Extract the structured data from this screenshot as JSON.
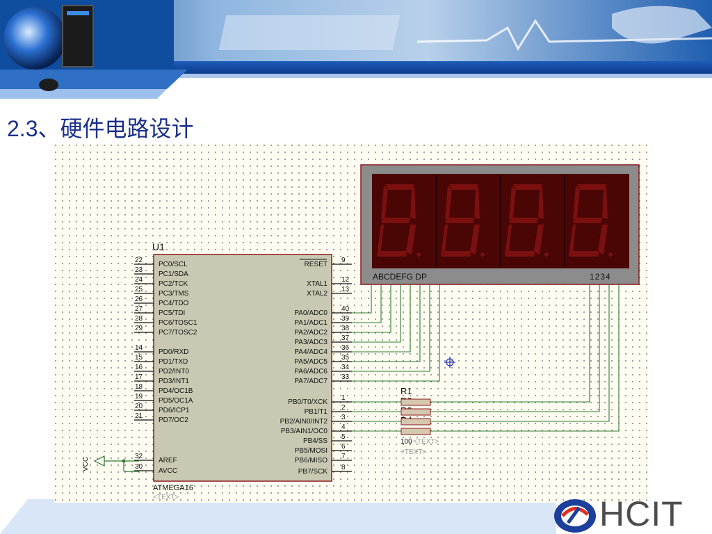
{
  "slide": {
    "title": "2.3、硬件电路设计"
  },
  "logo": {
    "text": "HCIT"
  },
  "schematic": {
    "chip": {
      "ref": "U1",
      "part": "ATMEGA16",
      "text_placeholder": "<TEXT>",
      "left_pins": [
        {
          "num": "22",
          "name": "PC0/SCL"
        },
        {
          "num": "23",
          "name": "PC1/SDA"
        },
        {
          "num": "24",
          "name": "PC2/TCK"
        },
        {
          "num": "25",
          "name": "PC3/TMS"
        },
        {
          "num": "26",
          "name": "PC4/TDO"
        },
        {
          "num": "27",
          "name": "PC5/TDI"
        },
        {
          "num": "28",
          "name": "PC6/TOSC1"
        },
        {
          "num": "29",
          "name": "PC7/TOSC2"
        },
        {
          "num": "14",
          "name": "PD0/RXD"
        },
        {
          "num": "15",
          "name": "PD1/TXD"
        },
        {
          "num": "16",
          "name": "PD2/INT0"
        },
        {
          "num": "17",
          "name": "PD3/INT1"
        },
        {
          "num": "18",
          "name": "PD4/OC1B"
        },
        {
          "num": "19",
          "name": "PD5/OC1A"
        },
        {
          "num": "20",
          "name": "PD6/ICP1"
        },
        {
          "num": "21",
          "name": "PD7/OC2"
        },
        {
          "num": "32",
          "name": "AREF"
        },
        {
          "num": "30",
          "name": "AVCC"
        }
      ],
      "right_pins": [
        {
          "num": "9",
          "name": "RESET"
        },
        {
          "num": "12",
          "name": "XTAL1"
        },
        {
          "num": "13",
          "name": "XTAL2"
        },
        {
          "num": "40",
          "name": "PA0/ADC0"
        },
        {
          "num": "39",
          "name": "PA1/ADC1"
        },
        {
          "num": "38",
          "name": "PA2/ADC2"
        },
        {
          "num": "37",
          "name": "PA3/ADC3"
        },
        {
          "num": "36",
          "name": "PA4/ADC4"
        },
        {
          "num": "35",
          "name": "PA5/ADC5"
        },
        {
          "num": "34",
          "name": "PA6/ADC6"
        },
        {
          "num": "33",
          "name": "PA7/ADC7"
        },
        {
          "num": "1",
          "name": "PB0/T0/XCK"
        },
        {
          "num": "2",
          "name": "PB1/T1"
        },
        {
          "num": "3",
          "name": "PB2/AIN0/INT2"
        },
        {
          "num": "4",
          "name": "PB3/AIN1/OC0"
        },
        {
          "num": "5",
          "name": "PB4/SS"
        },
        {
          "num": "6",
          "name": "PB5/MOSI"
        },
        {
          "num": "7",
          "name": "PB6/MISO"
        },
        {
          "num": "8",
          "name": "PB7/SCK"
        }
      ]
    },
    "display": {
      "segment_label": "ABCDEFG DP",
      "digit_label": "1234"
    },
    "resistors": [
      {
        "ref": "R1",
        "value": "100",
        "text": "<TEXT>"
      },
      {
        "ref": "R2"
      },
      {
        "ref": "R3"
      },
      {
        "ref": "R4",
        "text": "<TEXT>"
      }
    ],
    "power": {
      "label": "VCC"
    }
  },
  "colors": {
    "accent_blue": "#1b2f8a",
    "chip_fill": "#c9c9b3",
    "wire": "#2d7a32",
    "chip_border": "#8b1a1a",
    "display_bg": "#4a0505",
    "display_frame": "#8c8c8c",
    "grid_dot": "#5b5b5b"
  }
}
